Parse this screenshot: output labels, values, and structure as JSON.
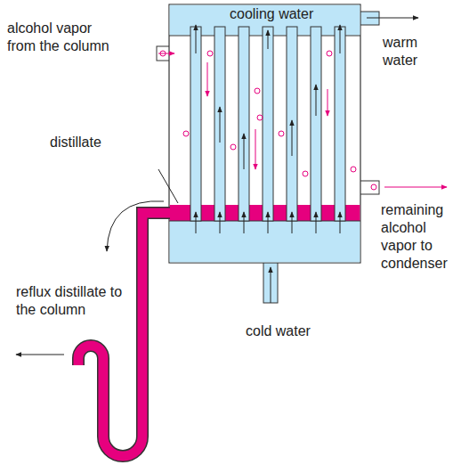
{
  "diagram": {
    "labels": [
      "cooling water",
      "warm water",
      "alcohol vapor from the column",
      "distillate",
      "remaining alcohol vapor to condenser",
      "reflux distillate to the column",
      "cold water"
    ]
  }
}
